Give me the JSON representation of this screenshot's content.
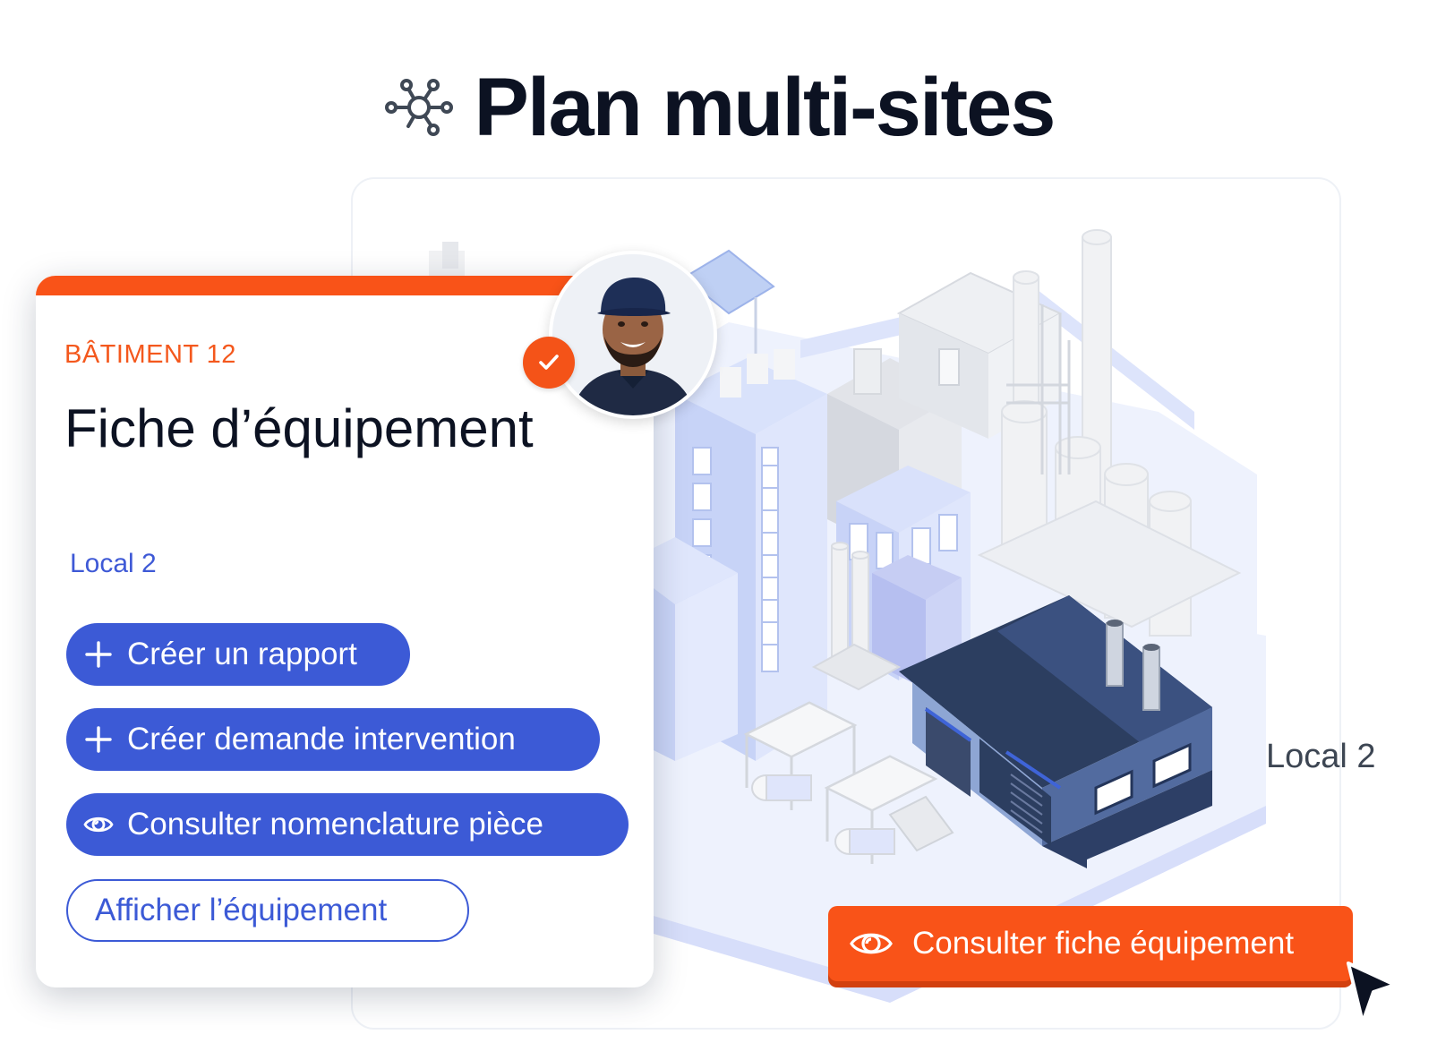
{
  "header": {
    "title": "Plan multi-sites",
    "icon": "network-hub-icon"
  },
  "card": {
    "eyebrow": "BÂTIMENT 12",
    "title": "Fiche d’équipement",
    "subtitle": "Local 2",
    "accent_color": "#f95318",
    "actions": [
      {
        "label": "Créer un rapport",
        "icon": "plus-icon",
        "style": "primary"
      },
      {
        "label": "Créer demande intervention",
        "icon": "plus-icon",
        "style": "primary"
      },
      {
        "label": "Consulter nomenclature pièce",
        "icon": "eye-icon",
        "style": "primary"
      },
      {
        "label": "Afficher l’équipement",
        "icon": "",
        "style": "outline"
      }
    ]
  },
  "map": {
    "building_label": "Local 2",
    "cta_label": "Consulter fiche équipement",
    "cta_icon": "eye-icon",
    "cta_color": "#f95318"
  },
  "avatar": {
    "status": "check-badge-icon",
    "status_color": "#f45318"
  },
  "colors": {
    "primary": "#3c5ad6",
    "accent": "#f95318",
    "text": "#0c1222"
  }
}
